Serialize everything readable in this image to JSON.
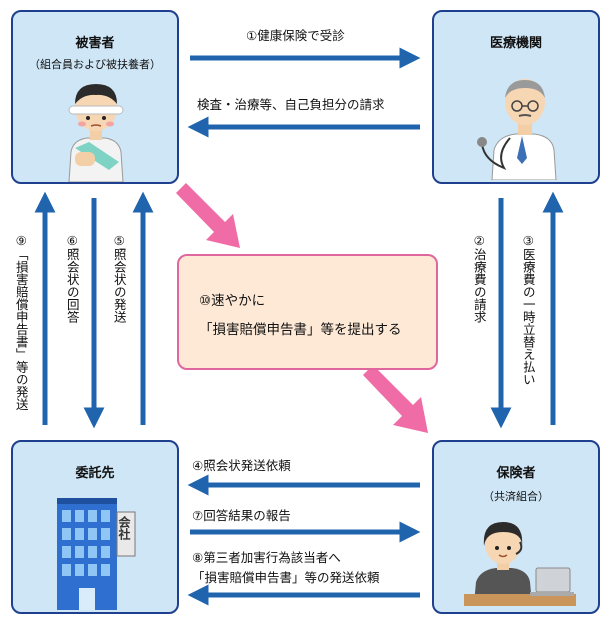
{
  "colors": {
    "box_fill": "#cfe6f6",
    "box_border": "#1f3f8f",
    "arrow_blue": "#1f64ad",
    "arrow_pink": "#f06ca6",
    "center_fill": "#fde9d6",
    "center_border": "#e0669e"
  },
  "icons": {
    "victim": "injured-person-icon",
    "hospital": "doctor-icon",
    "contractor": "office-building-icon",
    "insurer": "office-worker-laptop-icon"
  },
  "boxes": {
    "victim": {
      "title": "被害者",
      "subtitle": "（組合員および被扶養者）"
    },
    "hospital": {
      "title": "医療機関"
    },
    "contractor": {
      "title": "委託先"
    },
    "insurer": {
      "title": "保険者",
      "subtitle": "（共済組合）"
    }
  },
  "flows": {
    "f1": "①健康保険で受診",
    "f_bill": "検査・治療等、自己負担分の請求",
    "f2": "②治療費の請求",
    "f3": "③医療費の一時立替え払い",
    "f4": "④照会状発送依頼",
    "f5": "⑤照会状の発送",
    "f6": "⑥照会状の回答",
    "f7": "⑦回答結果の報告",
    "f8_line1": "⑧第三者加害行為該当者へ",
    "f8_line2": "「損害賠償申告書」等の発送依頼",
    "f9": "⑨「損害賠償申告書」等の発送"
  },
  "center": {
    "line1": "⑩速やかに",
    "line2": "「損害賠償申告書」等を提出する"
  },
  "building_sign": "会社"
}
